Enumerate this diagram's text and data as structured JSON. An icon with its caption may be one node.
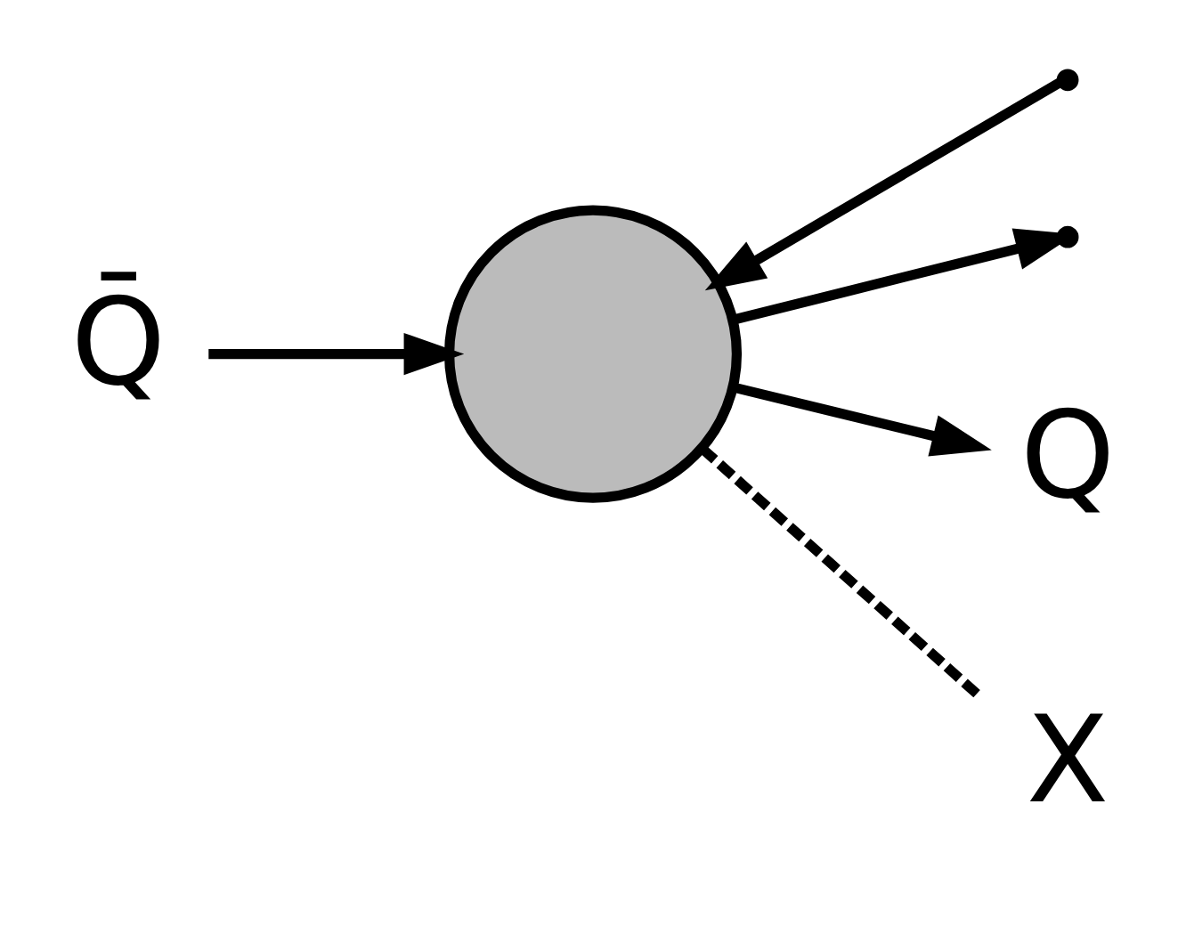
{
  "diagram": {
    "nodes": [
      {
        "text": [],
        "shape": "circle"
      },
      {
        "text": [
          "Q"
        ]
      },
      {
        "text": [
          "Q̄"
        ]
      },
      {
        "text": [
          "X"
        ]
      }
    ],
    "edges": [
      {
        "from": null,
        "to": 0,
        "arrow": "to"
      },
      {
        "from": 0,
        "to": 1,
        "arrow": "to"
      },
      {
        "from": 2,
        "to": 0,
        "arrow": "to"
      },
      {
        "from": 0,
        "to": null,
        "arrow": "to"
      },
      {
        "from": 0,
        "to": 3,
        "arrow": "none",
        "style": "dashed"
      }
    ]
  }
}
